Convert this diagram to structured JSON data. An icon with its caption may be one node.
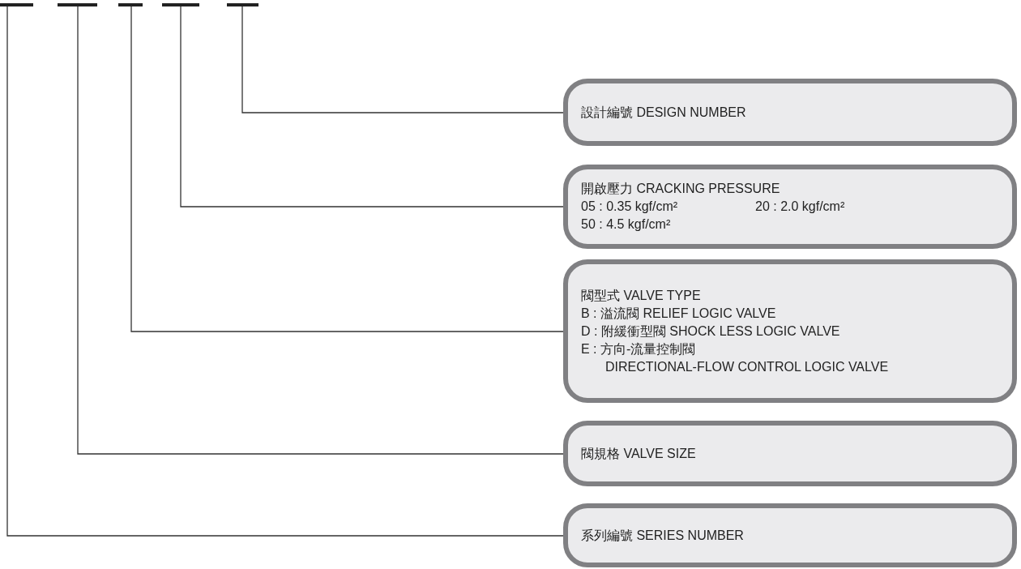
{
  "diagram": {
    "nodes": [
      {
        "text": [],
        "shape": "bar"
      },
      {
        "text": [],
        "shape": "bar"
      },
      {
        "text": [],
        "shape": "bar"
      },
      {
        "text": [],
        "shape": "bar"
      },
      {
        "text": [],
        "shape": "bar"
      },
      {
        "text": [
          "設計編號 DESIGN NUMBER"
        ]
      },
      {
        "text": [
          "開啟壓力 CRACKING PRESSURE",
          "05 : 0.35 kgf/cm²",
          "20 : 2.0 kgf/cm²",
          "50 : 4.5 kgf/cm²"
        ]
      },
      {
        "text": [
          "閥型式 VALVE TYPE",
          "B : 溢流閥 RELIEF LOGIC VALVE",
          "D : 附緩衝型閥 SHOCK LESS LOGIC VALVE",
          "E : 方向-流量控制閥 DIRECTIONAL-FLOW CONTROL LOGIC VALVE"
        ]
      },
      {
        "text": [
          "閥規格 VALVE SIZE"
        ]
      },
      {
        "text": [
          "系列編號 SERIES NUMBER"
        ]
      }
    ],
    "edges": [
      {
        "from": 4,
        "to": 5,
        "arrow": "none"
      },
      {
        "from": 3,
        "to": 6,
        "arrow": "none"
      },
      {
        "from": 2,
        "to": 7,
        "arrow": "none"
      },
      {
        "from": 1,
        "to": 8,
        "arrow": "none"
      },
      {
        "from": 0,
        "to": 9,
        "arrow": "none"
      }
    ]
  }
}
